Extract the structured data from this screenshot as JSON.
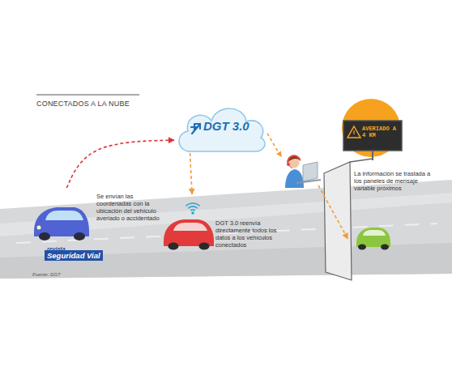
{
  "diagram": {
    "title": "CONECTADOS A LA NUBE",
    "nodes": [
      {
        "text": [
          "Se envían las coordenadas con la ubicación del vehículo averiado o accidentado"
        ]
      },
      {
        "text": [
          "DGT 3.0"
        ]
      },
      {
        "text": [
          "DGT 3.0 reenvía directamente todos los datos a los vehículos conectados"
        ]
      },
      {
        "text": [
          "AVERIADO A 4 KM",
          "La información se traslada a los paneles de mensaje variable próximos"
        ]
      }
    ],
    "edges": [
      {
        "from": 0,
        "to": 1,
        "arrow": "to"
      },
      {
        "from": 1,
        "to": 2,
        "arrow": "to"
      },
      {
        "from": 1,
        "to": 3,
        "arrow": "to"
      }
    ],
    "labels": [
      "revista",
      "Seguridad Vial",
      "Fuente: DGT"
    ]
  }
}
